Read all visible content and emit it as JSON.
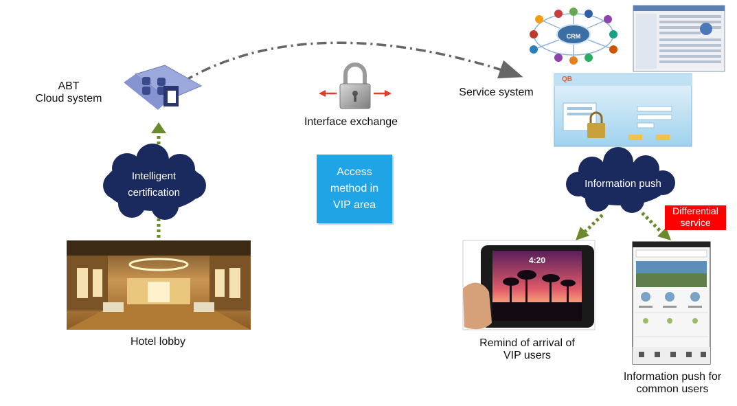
{
  "labels": {
    "abt_line1": "ABT",
    "abt_line2": "Cloud system",
    "interface_exchange": "Interface exchange",
    "service_system": "Service system",
    "hotel_lobby": "Hotel lobby",
    "remind_line1": "Remind of arrival of",
    "remind_line2": "VIP users",
    "push_common_line1": "Information push for",
    "push_common_line2": "common users"
  },
  "clouds": {
    "intelligent_line1": "Intelligent",
    "intelligent_line2": "certification",
    "information_push": "Information push"
  },
  "access_box": {
    "line1": "Access",
    "line2": "method in",
    "line3": "VIP area"
  },
  "badge": {
    "line1": "Differential",
    "line2": "service"
  },
  "screens": {
    "crm_hub": "CRM",
    "login_logo": "QB",
    "tablet_time": "4:20"
  },
  "colors": {
    "cloud_fill": "#1b2a5e",
    "arrow_green": "#6a8a2b",
    "access_blue": "#1fa5e6",
    "badge_red": "#ff0000",
    "double_arrow_red": "#e23b2a"
  }
}
